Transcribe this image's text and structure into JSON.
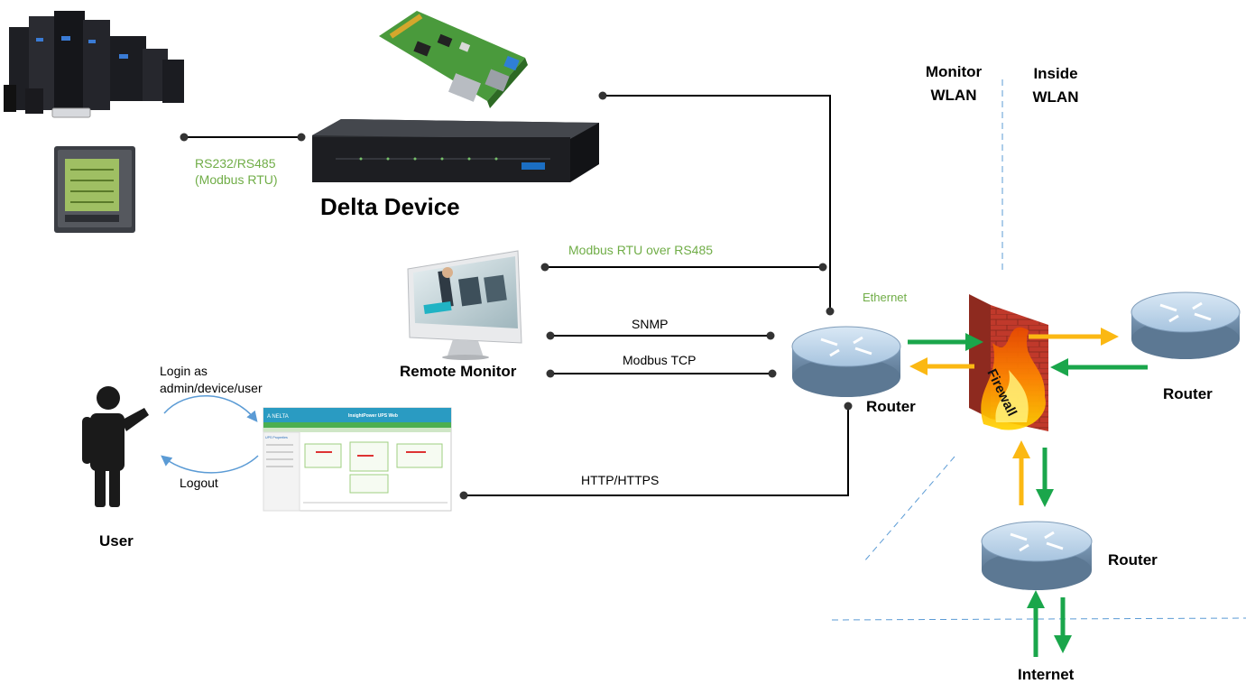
{
  "labels": {
    "delta_device": "Delta Device",
    "rs232_line1": "RS232/RS485",
    "rs232_line2": "(Modbus RTU)",
    "modbus_rtu_over_rs485": "Modbus RTU over RS485",
    "snmp": "SNMP",
    "modbus_tcp": "Modbus TCP",
    "remote_monitor": "Remote Monitor",
    "login_line1": "Login as",
    "login_line2": "admin/device/user",
    "logout": "Logout",
    "user": "User",
    "http_https": "HTTP/HTTPS",
    "ethernet": "Ethernet",
    "router_main": "Router",
    "router_right": "Router",
    "router_bottom": "Router",
    "firewall": "Firewall",
    "internet": "Internet",
    "monitor_wlan_line1": "Monitor",
    "monitor_wlan_line2": "WLAN",
    "inside_wlan_line1": "Inside",
    "inside_wlan_line2": "WLAN"
  },
  "web_ui": {
    "brand": "A NELTA",
    "app_title": "InsightPower UPS Web",
    "sidebar_header": "UPS Properties"
  },
  "colors": {
    "label_green": "#70ad47",
    "arrow_green": "#1aa64b",
    "arrow_yellow": "#fbb813",
    "link_blue": "#5b9bd5",
    "router_blue": "#8fb4d6"
  }
}
